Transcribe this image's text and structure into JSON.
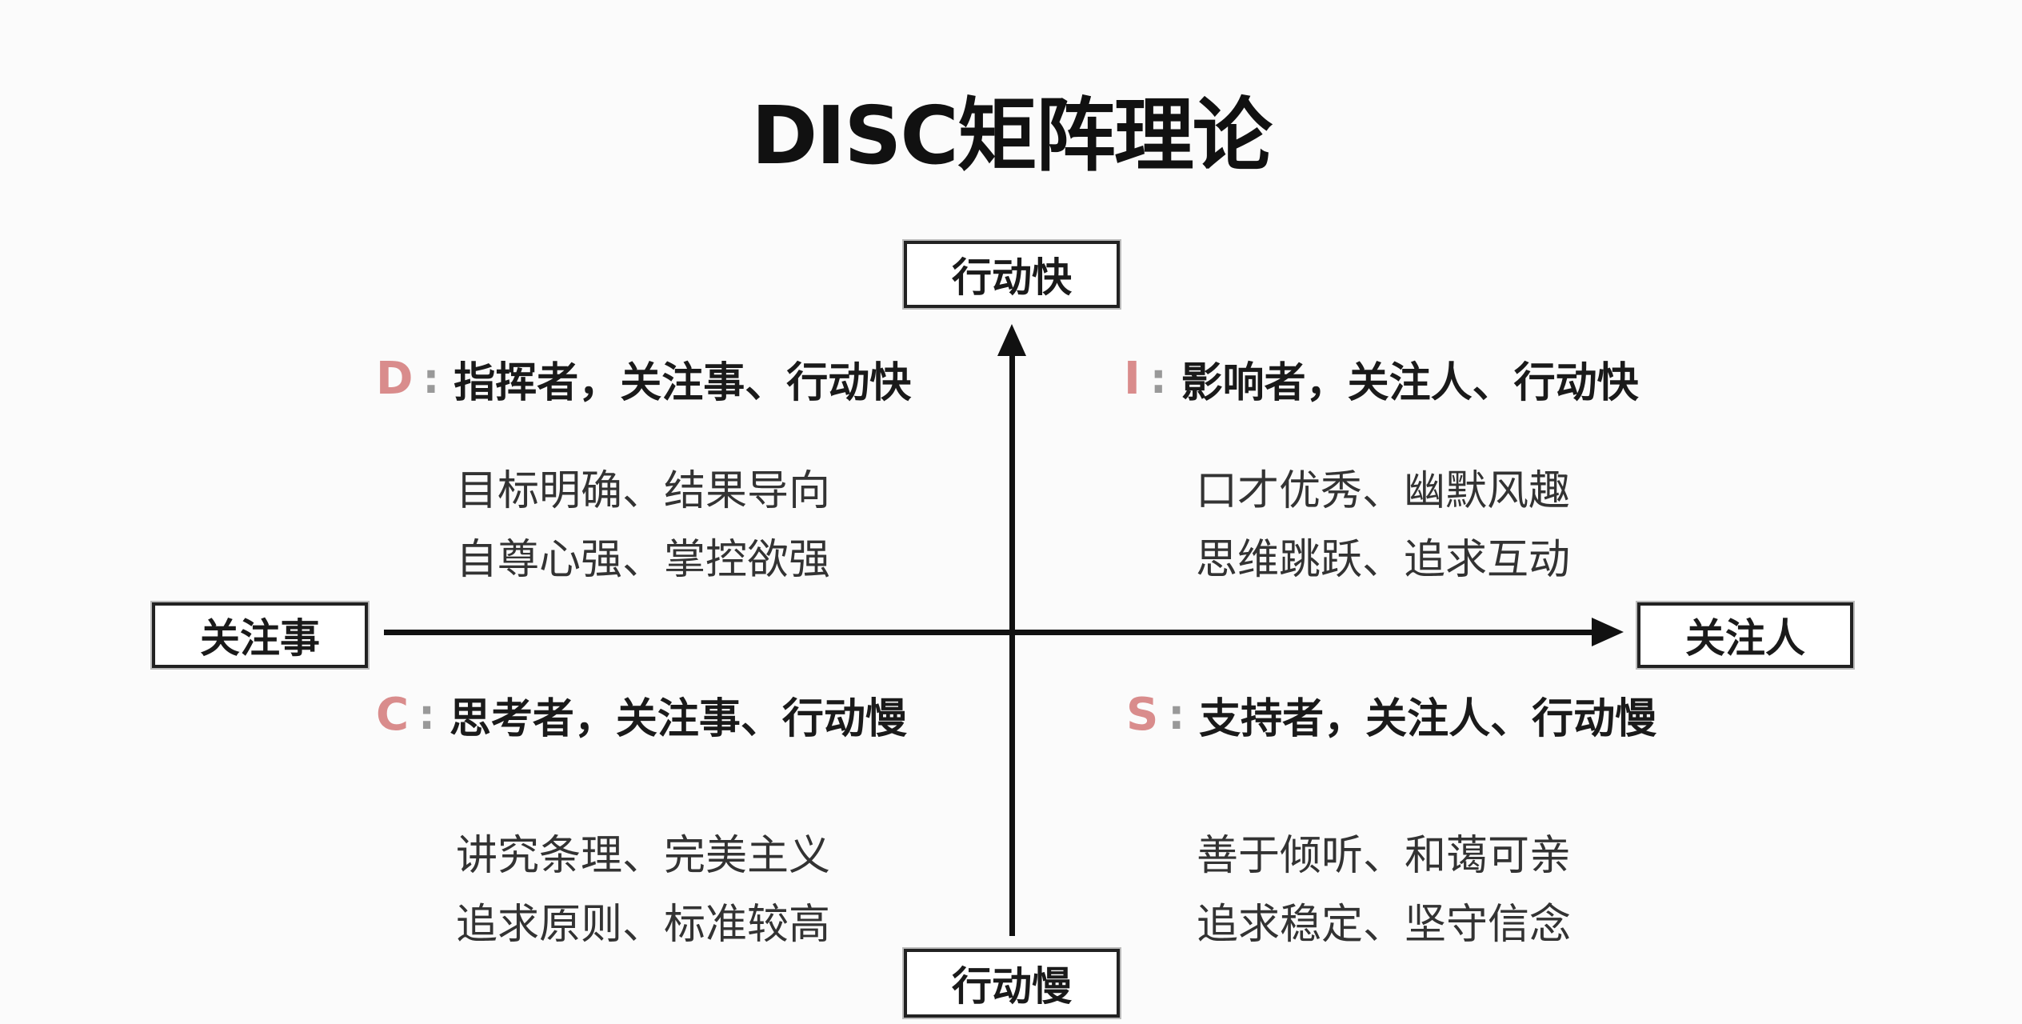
{
  "title": "DISC矩阵理论",
  "axes": {
    "top": "行动快",
    "bottom": "行动慢",
    "left": "关注事",
    "right": "关注人"
  },
  "accent_color": "#d98c8c",
  "quadrants": [
    {
      "letter": "D",
      "sep": ":",
      "heading": "指挥者，关注事、行动快",
      "lines": [
        "目标明确、结果导向",
        "自尊心强、掌控欲强"
      ]
    },
    {
      "letter": "I",
      "sep": ":",
      "heading": "影响者，关注人、行动快",
      "lines": [
        "口才优秀、幽默风趣",
        "思维跳跃、追求互动"
      ]
    },
    {
      "letter": "C",
      "sep": ":",
      "heading": "思考者，关注事、行动慢",
      "lines": [
        "讲究条理、完美主义",
        "追求原则、标准较高"
      ]
    },
    {
      "letter": "S",
      "sep": ":",
      "heading": "支持者，关注人、行动慢",
      "lines": [
        "善于倾听、和蔼可亲",
        "追求稳定、坚守信念"
      ]
    }
  ]
}
